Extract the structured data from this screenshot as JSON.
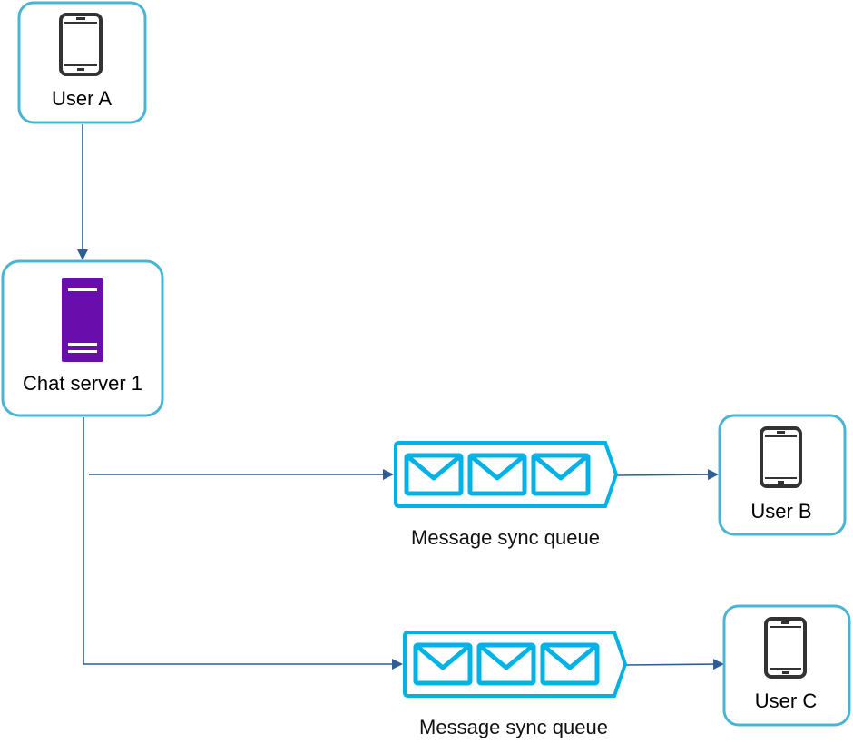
{
  "colors": {
    "node_border": "#4ab4d4",
    "edge": "#2f5d96",
    "queue": "#00b2e6",
    "phone": "#333333",
    "server": "#6a0dad"
  },
  "nodes": {
    "user_a": {
      "label": "User A",
      "icon": "mobile-phone-icon"
    },
    "chat_server": {
      "label": "Chat server 1",
      "icon": "server-icon"
    },
    "user_b": {
      "label": "User B",
      "icon": "mobile-phone-icon"
    },
    "user_c": {
      "label": "User C",
      "icon": "mobile-phone-icon"
    }
  },
  "queues": [
    {
      "label": "Message sync queue",
      "icon": "message-queue-icon"
    },
    {
      "label": "Message sync queue",
      "icon": "message-queue-icon"
    }
  ]
}
